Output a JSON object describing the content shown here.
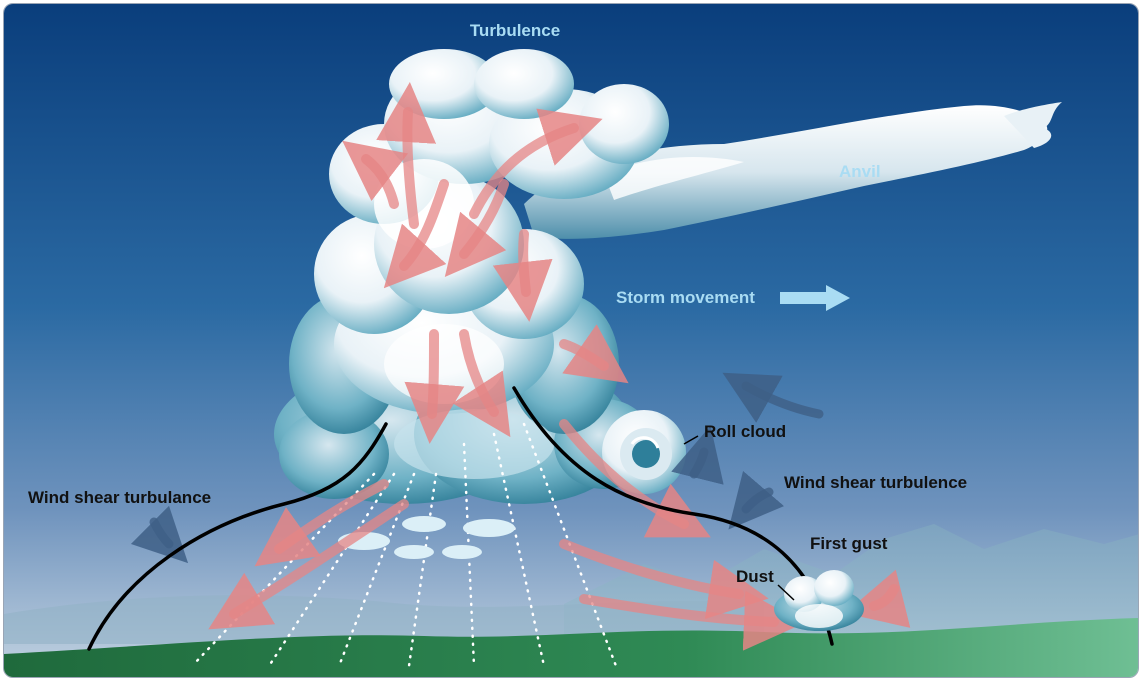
{
  "labels": {
    "turbulence": "Turbulence",
    "anvil": "Anvil",
    "storm_movement": "Storm movement",
    "roll_cloud": "Roll cloud",
    "wind_shear_left": "Wind shear turbulance",
    "wind_shear_right": "Wind shear turbulence",
    "first_gust": "First gust",
    "dust": "Dust"
  },
  "colors": {
    "sky_top": "#0a3e7c",
    "sky_mid": "#2b6fa8",
    "sky_low": "#a9bfd6",
    "ground": "#2c7a4a",
    "cloud_white": "#ffffff",
    "cloud_shadow": "#2e8aa3",
    "arrow_red": "#e88a8a",
    "label_light": "#a9dcf3",
    "storm_arrow": "#a9dcf3",
    "gust_front": "#000000"
  }
}
